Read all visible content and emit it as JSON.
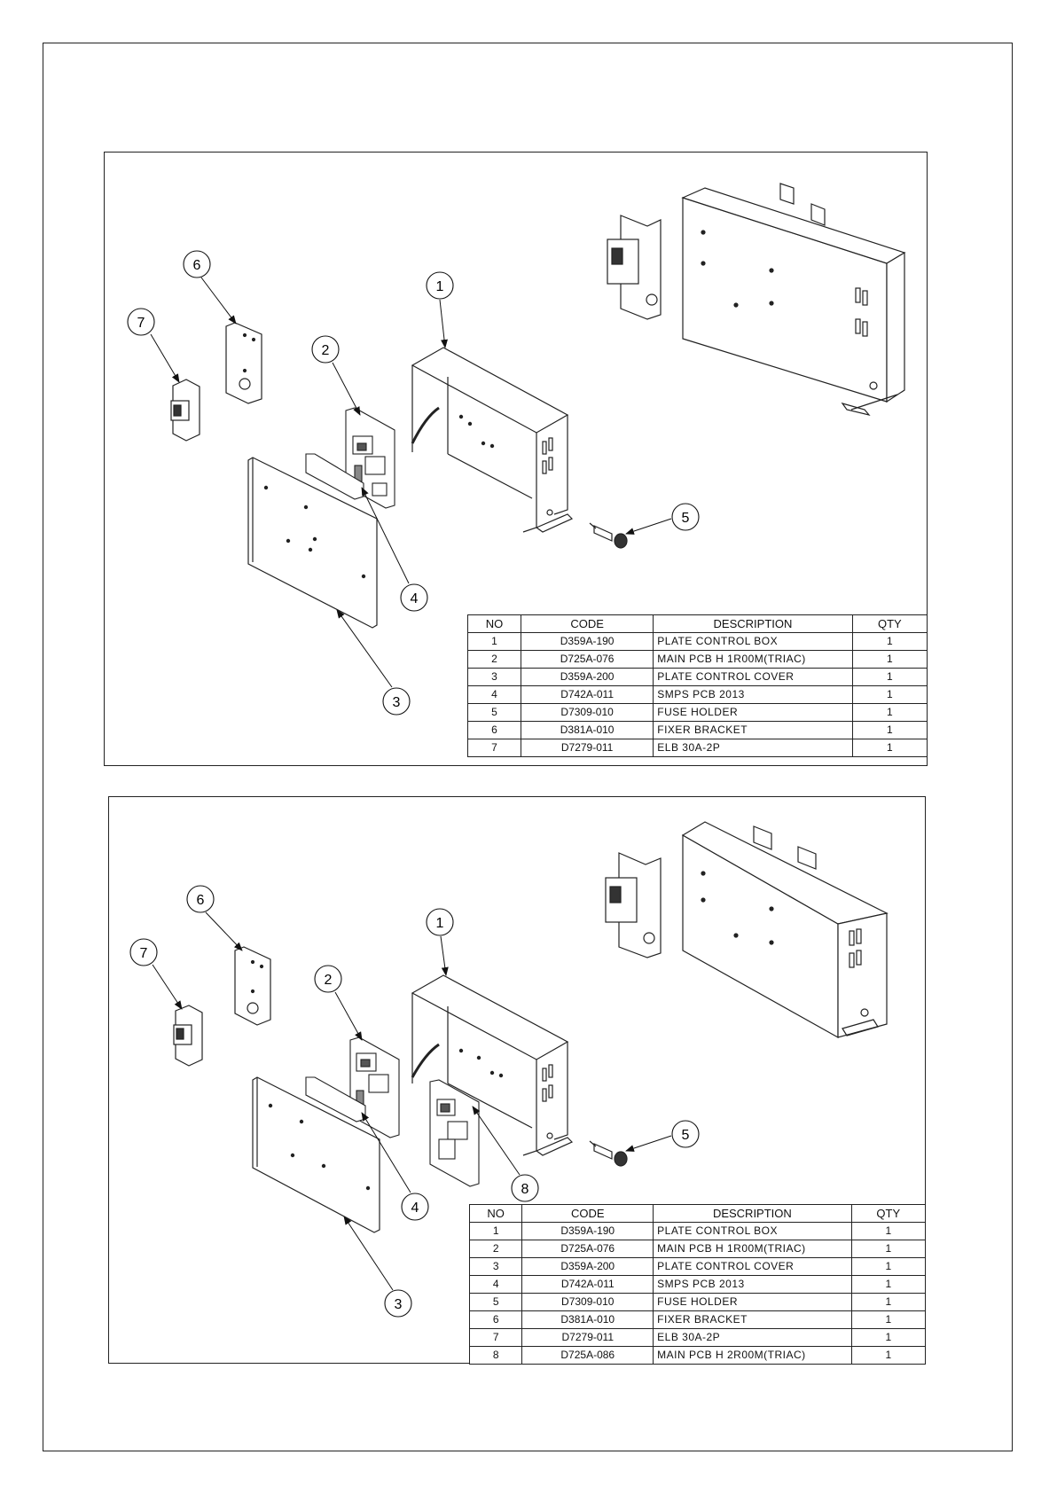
{
  "bom_a": {
    "headers": {
      "no": "NO",
      "code": "CODE",
      "description": "DESCRIPTION",
      "qty": "QTY"
    },
    "rows": [
      {
        "no": "1",
        "code": "D359A-190",
        "description": "PLATE CONTROL BOX",
        "qty": "1"
      },
      {
        "no": "2",
        "code": "D725A-076",
        "description": "MAIN PCB H 1R00M(TRIAC)",
        "qty": "1"
      },
      {
        "no": "3",
        "code": "D359A-200",
        "description": "PLATE CONTROL COVER",
        "qty": "1"
      },
      {
        "no": "4",
        "code": "D742A-011",
        "description": "SMPS PCB 2013",
        "qty": "1"
      },
      {
        "no": "5",
        "code": "D7309-010",
        "description": "FUSE HOLDER",
        "qty": "1"
      },
      {
        "no": "6",
        "code": "D381A-010",
        "description": "FIXER BRACKET",
        "qty": "1"
      },
      {
        "no": "7",
        "code": "D7279-011",
        "description": "ELB 30A-2P",
        "qty": "1"
      }
    ]
  },
  "bom_b": {
    "headers": {
      "no": "NO",
      "code": "CODE",
      "description": "DESCRIPTION",
      "qty": "QTY"
    },
    "rows": [
      {
        "no": "1",
        "code": "D359A-190",
        "description": "PLATE CONTROL BOX",
        "qty": "1"
      },
      {
        "no": "2",
        "code": "D725A-076",
        "description": "MAIN PCB H 1R00M(TRIAC)",
        "qty": "1"
      },
      {
        "no": "3",
        "code": "D359A-200",
        "description": "PLATE CONTROL COVER",
        "qty": "1"
      },
      {
        "no": "4",
        "code": "D742A-011",
        "description": "SMPS PCB 2013",
        "qty": "1"
      },
      {
        "no": "5",
        "code": "D7309-010",
        "description": "FUSE HOLDER",
        "qty": "1"
      },
      {
        "no": "6",
        "code": "D381A-010",
        "description": "FIXER BRACKET",
        "qty": "1"
      },
      {
        "no": "7",
        "code": "D7279-011",
        "description": "ELB 30A-2P",
        "qty": "1"
      },
      {
        "no": "8",
        "code": "D725A-086",
        "description": "MAIN PCB H 2R00M(TRIAC)",
        "qty": "1"
      }
    ]
  },
  "callouts_a": [
    "1",
    "2",
    "3",
    "4",
    "5",
    "6",
    "7"
  ],
  "callouts_b": [
    "1",
    "2",
    "3",
    "4",
    "5",
    "6",
    "7",
    "8"
  ]
}
